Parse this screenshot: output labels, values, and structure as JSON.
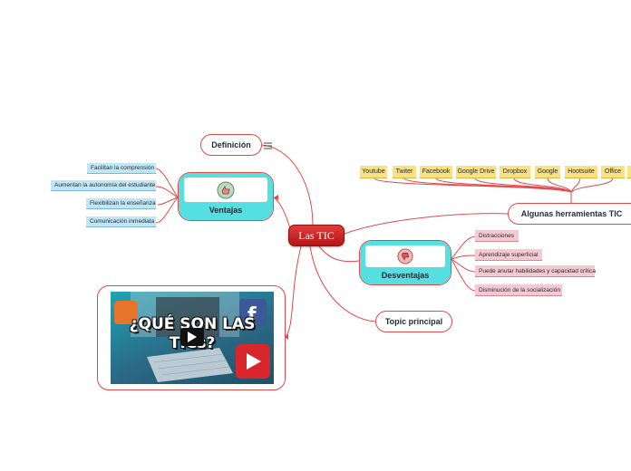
{
  "central": {
    "label": "Las TIC"
  },
  "definicion": {
    "label": "Definición",
    "notes_icon": "notes-lines-icon"
  },
  "ventajas": {
    "label": "Ventajas",
    "icon": "like-hand-icon",
    "items": [
      "Facilitan la comprensión",
      "Aumentan la autonomía del estudiante",
      "Flexibilizan la enseñanza",
      "Comunicación inmediata"
    ]
  },
  "desventajas": {
    "label": "Desventajas",
    "icon": "dislike-hand-icon",
    "items": [
      "Distracciones",
      "Aprendizaje superficial",
      "Puede anular habilidades y capacidad crítica",
      "Disminución de la socialización"
    ]
  },
  "herramientas": {
    "label": "Algunas herramientas TIC",
    "items": [
      "Youtube",
      "Twiter",
      "Facebook",
      "Google Drive",
      "Dropbox",
      "Google",
      "Hootsuite",
      "Office"
    ]
  },
  "topic": {
    "label": "Topic principal"
  },
  "video": {
    "line1": "¿QUÉ SON LAS",
    "line2": "TICs?",
    "play_icon": "play-icon"
  },
  "colors": {
    "connector": "#e0494a",
    "central": "#c81e1e",
    "teal": "#56dfe0",
    "blue_leaf": "#bfe6f5",
    "pink_leaf": "#f4c9d3",
    "yellow_leaf": "#f9e184"
  }
}
